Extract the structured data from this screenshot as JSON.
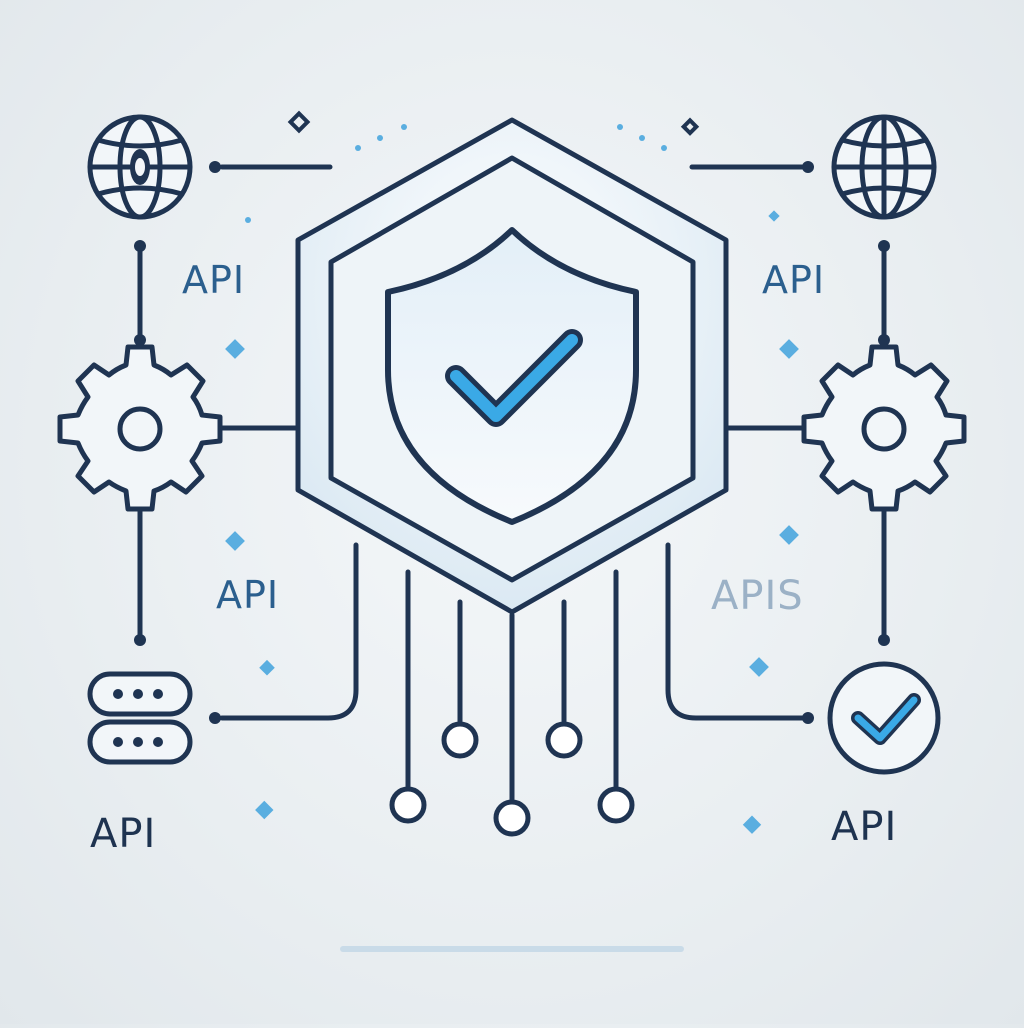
{
  "labels": {
    "top_left": "API",
    "top_right": "API",
    "mid_left": "API",
    "mid_right": "APIS",
    "bottom_left": "API",
    "bottom_right": "API"
  },
  "icons": {
    "top_left": "globe-icon",
    "top_right": "globe-icon",
    "mid_left": "gear-icon",
    "mid_right": "gear-icon",
    "bottom_left": "server-icon",
    "bottom_right": "check-circle-icon",
    "center": "shield-check-icon"
  },
  "colors": {
    "outline": "#1f3452",
    "accent": "#3aa9e6",
    "label_blue": "#2b5f8e",
    "label_faint": "#9bb1c6",
    "background": "#e9eef1"
  }
}
